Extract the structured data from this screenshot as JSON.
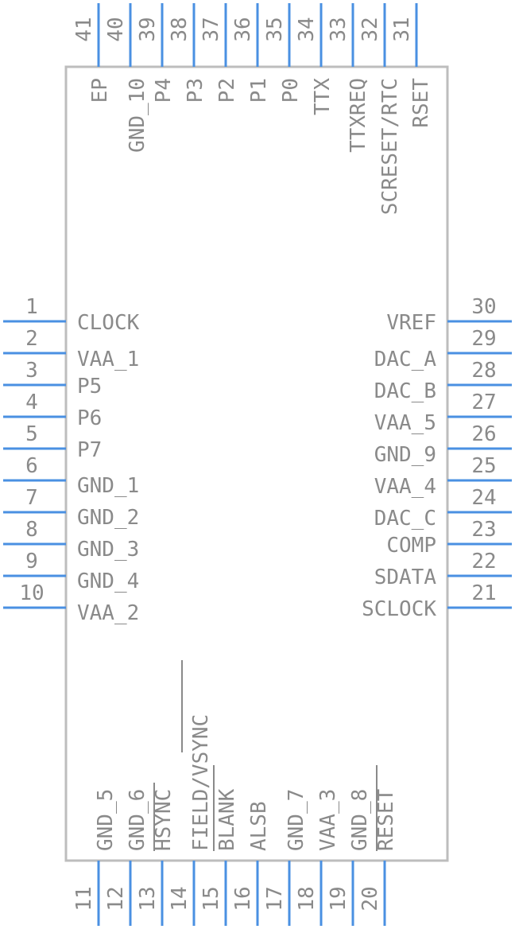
{
  "left_pins": [
    {
      "num": "1",
      "label": "CLOCK"
    },
    {
      "num": "2",
      "label": "VAA_1"
    },
    {
      "num": "3",
      "label": "P5"
    },
    {
      "num": "4",
      "label": "P6"
    },
    {
      "num": "5",
      "label": "P7"
    },
    {
      "num": "6",
      "label": "GND_1"
    },
    {
      "num": "7",
      "label": "GND_2"
    },
    {
      "num": "8",
      "label": "GND_3"
    },
    {
      "num": "9",
      "label": "GND_4"
    },
    {
      "num": "10",
      "label": "VAA_2"
    }
  ],
  "right_pins": [
    {
      "num": "30",
      "label": "VREF"
    },
    {
      "num": "29",
      "label": "DAC_A"
    },
    {
      "num": "28",
      "label": "DAC_B"
    },
    {
      "num": "27",
      "label": "VAA_5"
    },
    {
      "num": "26",
      "label": "GND_9"
    },
    {
      "num": "25",
      "label": "VAA_4"
    },
    {
      "num": "24",
      "label": "DAC_C"
    },
    {
      "num": "23",
      "label": "COMP"
    },
    {
      "num": "22",
      "label": "SDATA"
    },
    {
      "num": "21",
      "label": "SCLOCK"
    }
  ],
  "top_pins": [
    {
      "num": "41",
      "label": "EP"
    },
    {
      "num": "40",
      "label": "GND_10"
    },
    {
      "num": "39",
      "label": "P4"
    },
    {
      "num": "38",
      "label": "P3"
    },
    {
      "num": "37",
      "label": "P2"
    },
    {
      "num": "36",
      "label": "P1"
    },
    {
      "num": "35",
      "label": "P0"
    },
    {
      "num": "34",
      "label": "TTX"
    },
    {
      "num": "33",
      "label": "TTXREQ"
    },
    {
      "num": "32",
      "label": "SCRESET/RTC"
    },
    {
      "num": "31",
      "label": "RSET"
    }
  ],
  "bottom_pins": [
    {
      "num": "11",
      "label": "GND_5"
    },
    {
      "num": "12",
      "label": "GND_6"
    },
    {
      "num": "13",
      "label": "HSYNC"
    },
    {
      "num": "14",
      "label": "FIELD/VSYNC"
    },
    {
      "num": "15",
      "label": "BLANK"
    },
    {
      "num": "16",
      "label": "ALSB"
    },
    {
      "num": "17",
      "label": "GND_7"
    },
    {
      "num": "18",
      "label": "VAA_3"
    },
    {
      "num": "19",
      "label": "GND_8"
    },
    {
      "num": "20",
      "label": "RESET"
    }
  ]
}
